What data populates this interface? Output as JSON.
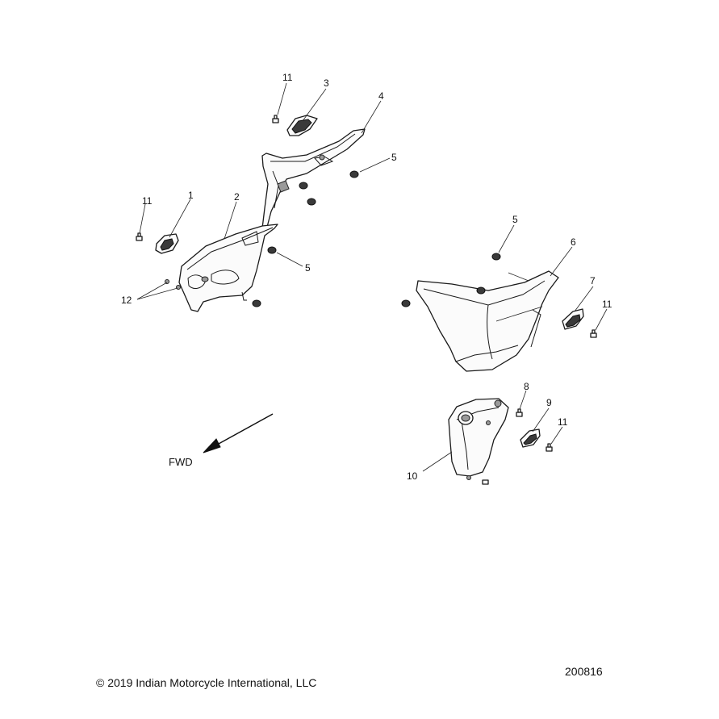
{
  "diagram": {
    "direction_label": "FWD",
    "callouts": {
      "upper_11": "11",
      "c3": "3",
      "c4": "4",
      "upper_5": "5",
      "left_11": "11",
      "c1": "1",
      "c2": "2",
      "left_5": "5",
      "c12": "12",
      "right_5": "5",
      "c6": "6",
      "c7": "7",
      "right_11": "11",
      "c8": "8",
      "c9": "9",
      "lower_11": "11",
      "c10": "10"
    }
  },
  "footer": {
    "copyright": "© 2019 Indian Motorcycle International, LLC",
    "drawing_number": "200816"
  }
}
